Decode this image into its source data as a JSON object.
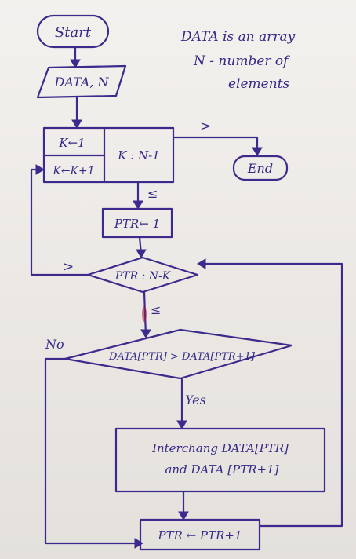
{
  "notes": {
    "line1": "DATA is an array",
    "line2": "N - number of",
    "line3": "elements"
  },
  "nodes": {
    "start": "Start",
    "input": "DATA, N",
    "k_init": "K←1",
    "k_incr": "K←K+1",
    "k_compare": "K : N-1",
    "end": "End",
    "ptr_init": "PTR← 1",
    "ptr_compare": "PTR : N-K",
    "data_compare": "DATA[PTR] > DATA[PTR+1]",
    "swap_line1": "Interchang DATA[PTR]",
    "swap_line2": "and DATA [PTR+1]",
    "ptr_incr": "PTR ← PTR+1"
  },
  "labels": {
    "k_gt": ">",
    "k_le": "≤",
    "ptr_gt": ">",
    "ptr_le": "≤",
    "no": "No",
    "yes": "Yes"
  },
  "colors": {
    "ink": "#3d2a8c",
    "paper": "#efece8"
  }
}
